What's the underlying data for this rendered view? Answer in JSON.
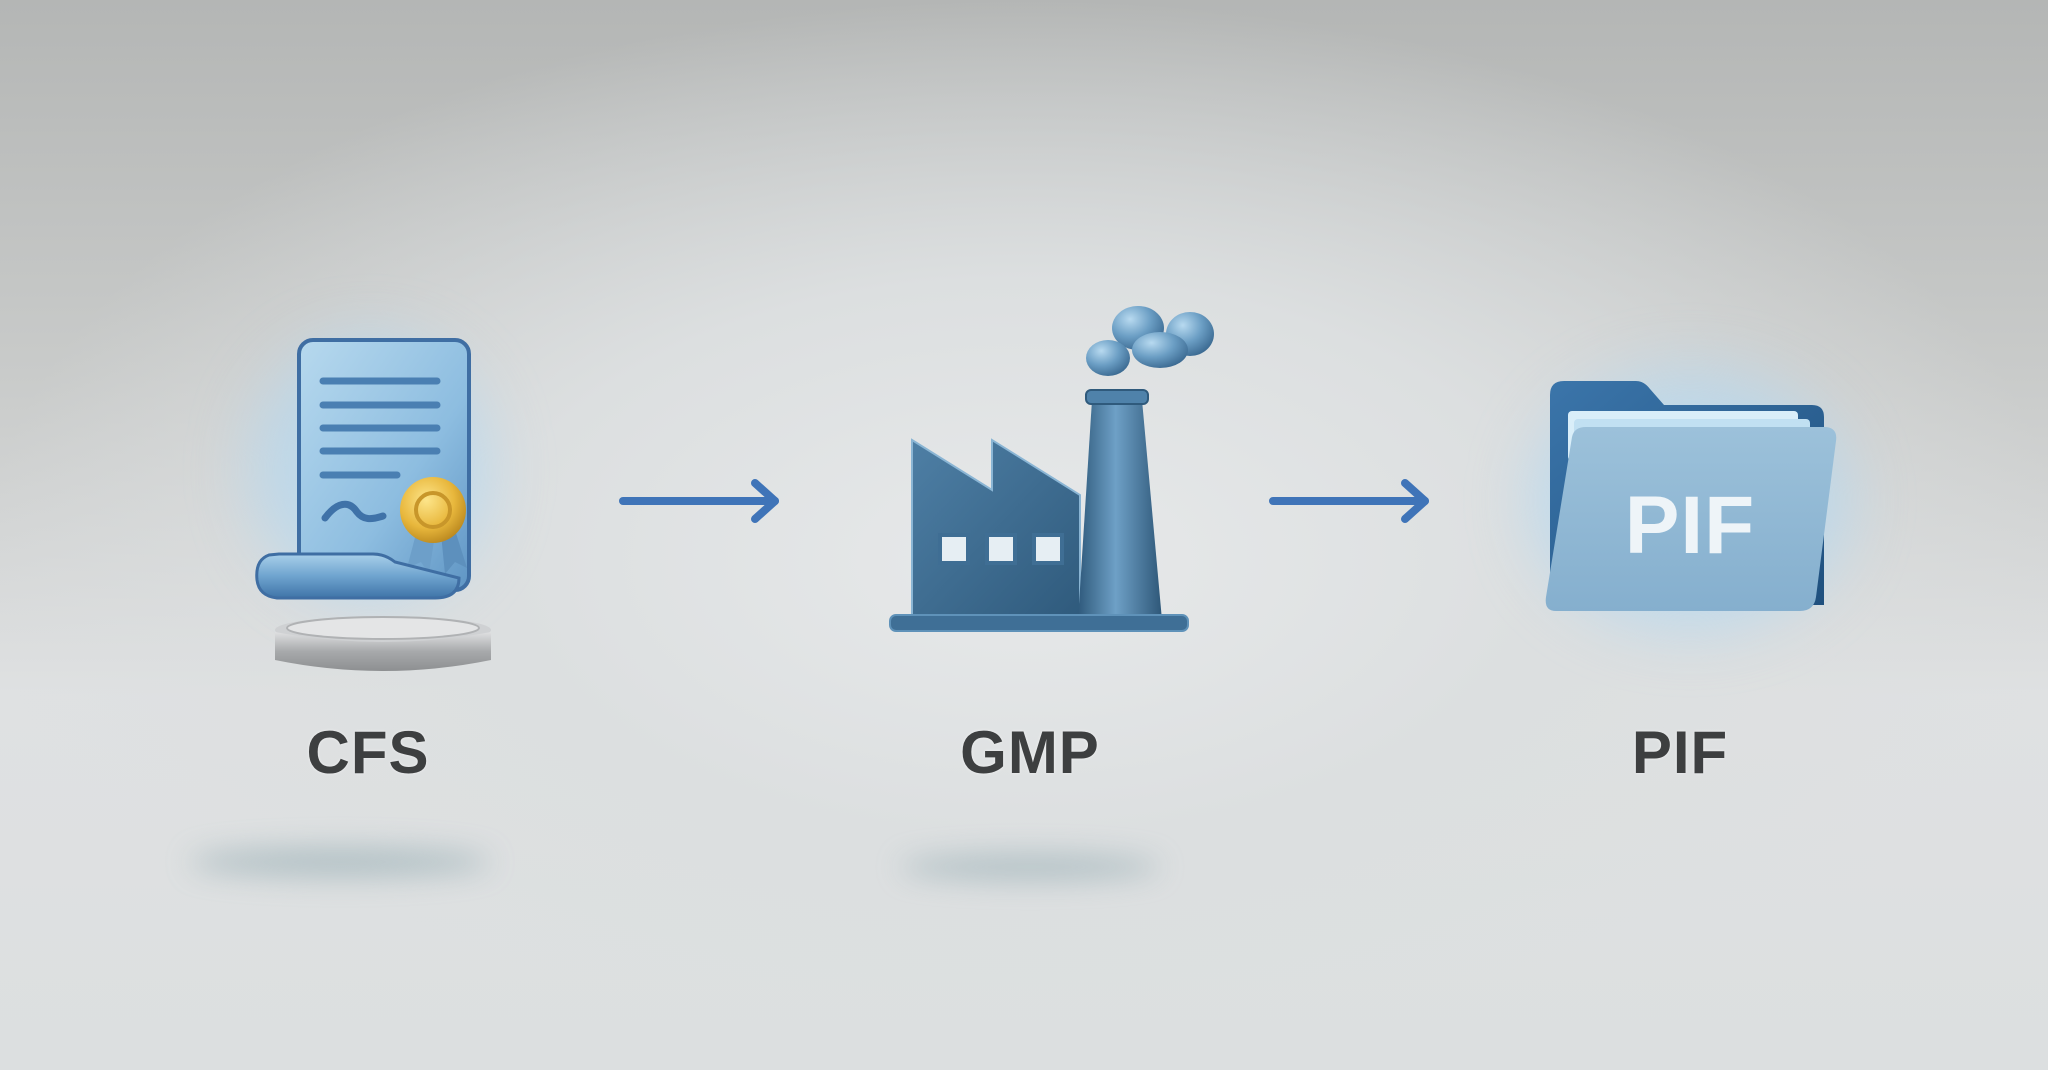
{
  "diagram": {
    "type": "process-flow",
    "steps": [
      {
        "label": "CFS",
        "icon": "certificate-document-icon"
      },
      {
        "label": "GMP",
        "icon": "factory-icon"
      },
      {
        "label": "PIF",
        "icon": "folder-icon",
        "icon_text": "PIF"
      }
    ],
    "connectors": [
      "arrow-right-icon",
      "arrow-right-icon"
    ],
    "colors": {
      "accent_blue": "#3f74b8",
      "icon_blue_light": "#8fb9d9",
      "icon_blue_dark": "#3d6a8d",
      "seal_gold": "#e3b43a",
      "label_text": "#3d3f40",
      "background": "#dcdfe0"
    }
  }
}
